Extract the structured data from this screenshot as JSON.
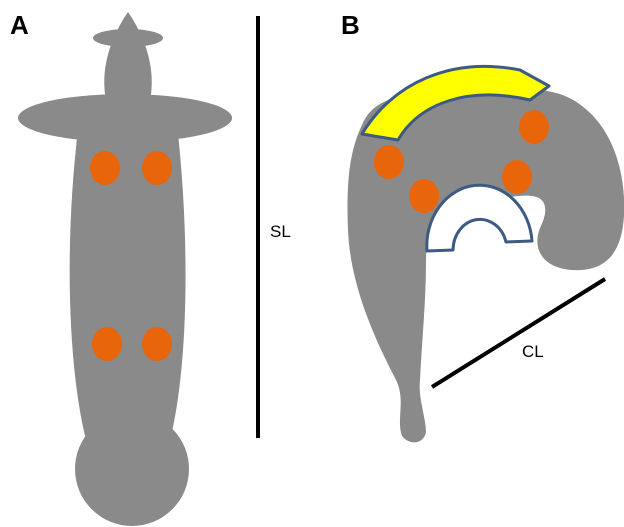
{
  "panels": {
    "a": {
      "label": "A"
    },
    "b": {
      "label": "B"
    }
  },
  "measurements": {
    "standard_length": "SL",
    "curvature_length": "CL"
  },
  "colors": {
    "body": "#8a8a8a",
    "spot": "#e8650a",
    "highlight": "#ffff00",
    "outline": "#3c5a84",
    "line": "#000000",
    "background": "#ffffff"
  }
}
